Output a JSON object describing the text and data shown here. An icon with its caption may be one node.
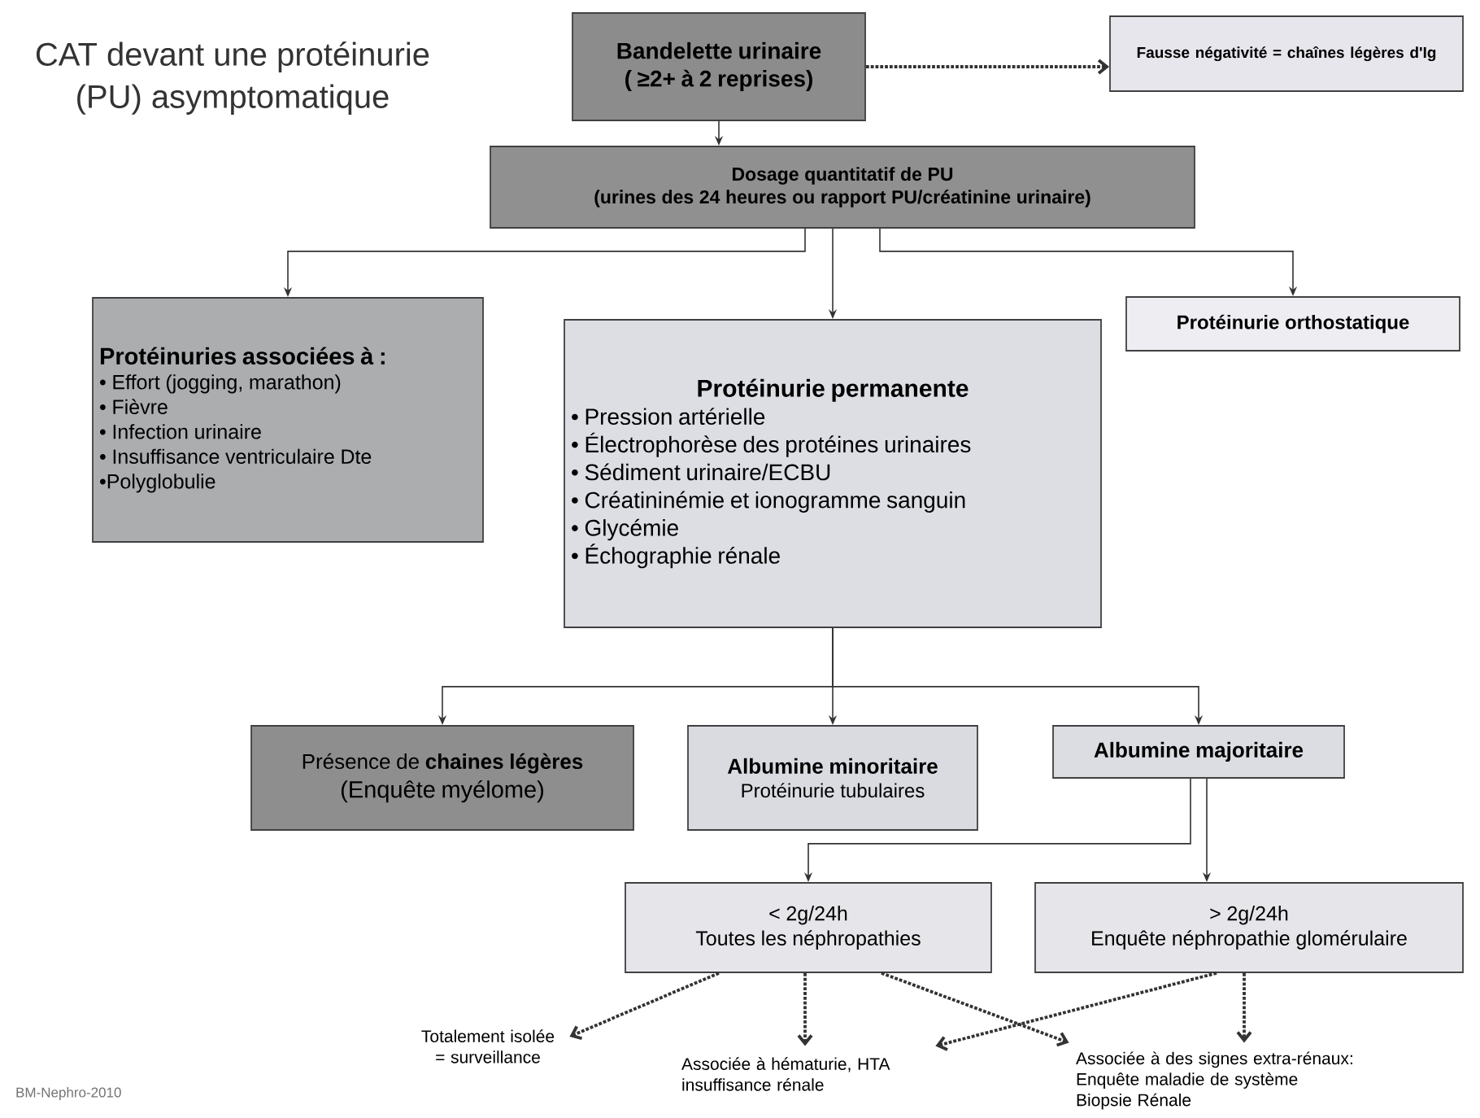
{
  "diagram": {
    "title": "CAT devant une protéinurie (PU) asymptomatique",
    "nodes": [
      {
        "text": [
          "Bandelette urinaire",
          "( ≥2+ à 2 reprises)"
        ]
      },
      {
        "text": [
          "Fausse négativité = chaînes légères d'Ig"
        ]
      },
      {
        "text": [
          "Dosage quantitatif de PU",
          "(urines des 24 heures ou rapport PU/créatinine urinaire)"
        ]
      },
      {
        "text": [
          "Protéinuries associées à :",
          "• Effort (jogging, marathon)",
          "• Fièvre",
          "• Infection urinaire",
          "• Insuffisance ventriculaire Dte",
          "•Polyglobulie"
        ]
      },
      {
        "text": [
          "Protéinurie permanente",
          "• Pression artérielle",
          "• Électrophorèse des protéines urinaires",
          "• Sédiment urinaire/ECBU",
          "• Créatininémie et ionogramme sanguin",
          "• Glycémie",
          "• Échographie rénale"
        ]
      },
      {
        "text": [
          "Protéinurie orthostatique"
        ]
      },
      {
        "text": [
          "Présence de **chaines légères**",
          "(Enquête myélome)"
        ]
      },
      {
        "text": [
          "Albumine minoritaire",
          "Protéinurie tubulaires"
        ]
      },
      {
        "text": [
          "Albumine majoritaire"
        ]
      },
      {
        "text": [
          "< 2g/24h",
          "Toutes les néphropathies"
        ]
      },
      {
        "text": [
          "> 2g/24h",
          "Enquête néphropathie glomérulaire"
        ]
      },
      {
        "text": [
          "Totalement isolée = surveillance"
        ]
      },
      {
        "text": [
          "Associée à hématurie, HTA insuffisance rénale"
        ]
      },
      {
        "text": [
          "Associée à des signes extra-rénaux:",
          "Enquête maladie de système",
          "Biopsie Rénale"
        ]
      }
    ],
    "edges": [
      {
        "from": 0,
        "to": 1,
        "arrow": "to",
        "style": "dashed"
      },
      {
        "from": 0,
        "to": 2,
        "arrow": "to"
      },
      {
        "from": 2,
        "to": 3,
        "arrow": "to"
      },
      {
        "from": 2,
        "to": 4,
        "arrow": "to"
      },
      {
        "from": 2,
        "to": 5,
        "arrow": "to"
      },
      {
        "from": 4,
        "to": 6,
        "arrow": "to"
      },
      {
        "from": 4,
        "to": 7,
        "arrow": "to"
      },
      {
        "from": 4,
        "to": 8,
        "arrow": "to"
      },
      {
        "from": 8,
        "to": 9,
        "arrow": "to"
      },
      {
        "from": 8,
        "to": 10,
        "arrow": "to"
      },
      {
        "from": 9,
        "to": 11,
        "arrow": "to",
        "style": "dashed"
      },
      {
        "from": 9,
        "to": 12,
        "arrow": "to",
        "style": "dashed"
      },
      {
        "from": 9,
        "to": 13,
        "arrow": "to",
        "style": "dashed"
      },
      {
        "from": 10,
        "to": 12,
        "arrow": "to",
        "style": "dashed"
      },
      {
        "from": 10,
        "to": 13,
        "arrow": "to",
        "style": "dashed"
      }
    ],
    "labels": [
      "BM-Nephro-2010"
    ]
  }
}
